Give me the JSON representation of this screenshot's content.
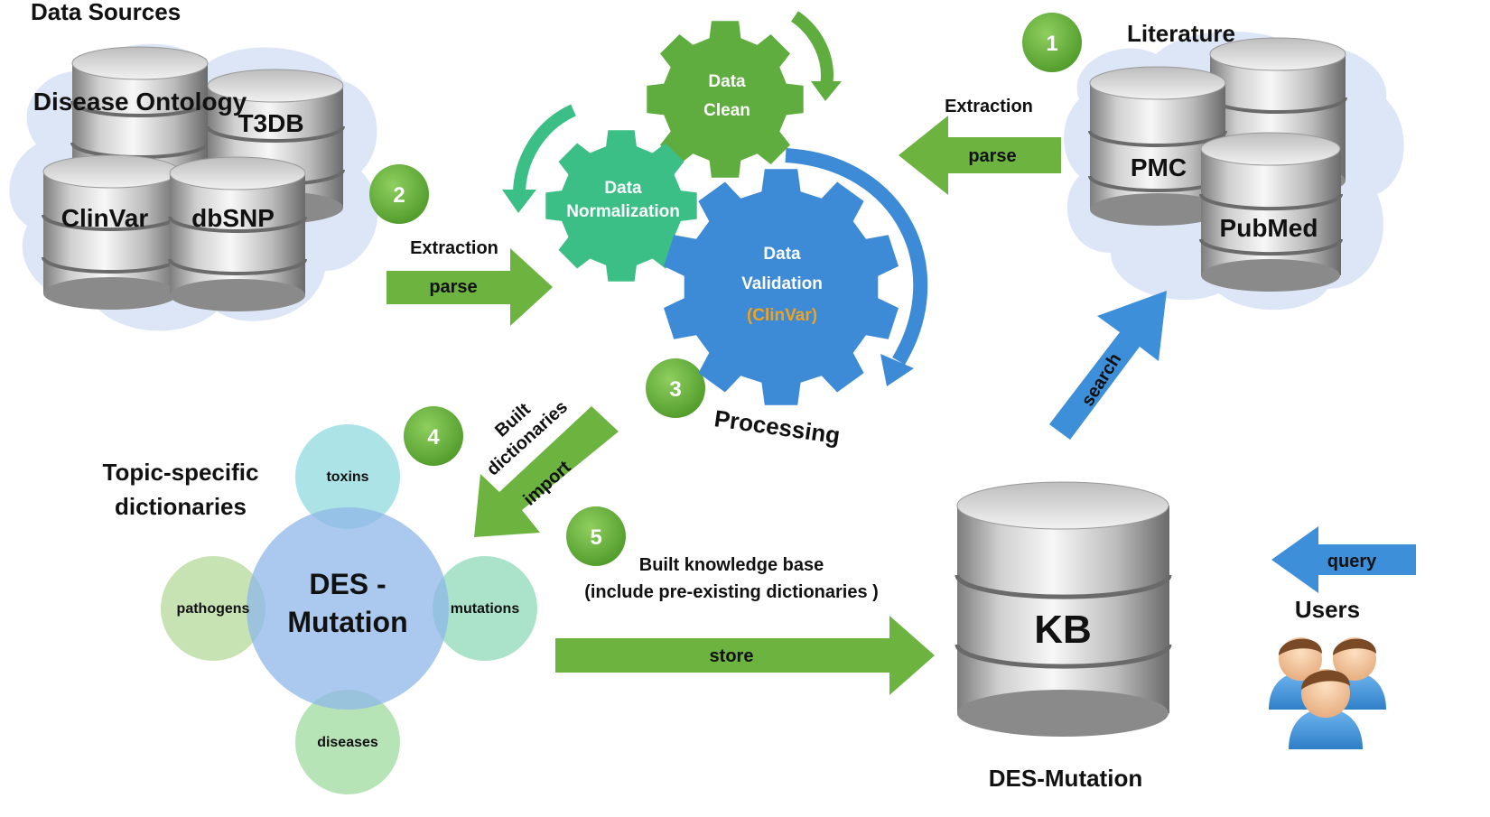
{
  "data_sources": {
    "heading": "Data Sources",
    "databases": [
      "Disease Ontology",
      "T3DB",
      "ClinVar",
      "dbSNP"
    ]
  },
  "literature": {
    "heading": "Literature",
    "databases": [
      "PMC",
      "PubMed"
    ]
  },
  "steps": [
    "1",
    "2",
    "3",
    "4",
    "5"
  ],
  "processing": {
    "label": "Processing",
    "gear_clean": [
      "Data",
      "Clean"
    ],
    "gear_normalization": [
      "Data",
      "Normalization"
    ],
    "gear_validation": [
      "Data",
      "Validation",
      "(ClinVar)"
    ]
  },
  "arrows": {
    "literature_extraction": "Extraction",
    "literature_parse": "parse",
    "sources_extraction": "Extraction",
    "sources_parse": "parse",
    "dict_line1": "Built",
    "dict_line2": "dictionaries",
    "import": "import",
    "kb_line1": "Built knowledge base",
    "kb_line2": "(include pre-existing dictionaries )",
    "store": "store",
    "search": "search",
    "query": "query"
  },
  "dictionaries": {
    "heading_line1": "Topic-specific",
    "heading_line2": "dictionaries",
    "center_line1": "DES -",
    "center_line2": "Mutation",
    "satellites": [
      "toxins",
      "mutations",
      "diseases",
      "pathogens"
    ]
  },
  "knowledge_base": {
    "label": "KB",
    "caption": "DES-Mutation"
  },
  "users": {
    "label": "Users"
  },
  "colors": {
    "green_arrow": "#6cb33f",
    "blue_arrow": "#3c8fd8",
    "step_circle": "#62a83a",
    "gear_clean": "#5fad3e",
    "gear_normalization": "#3bbf86",
    "gear_validation": "#3d8ad6",
    "accent_orange": "#f3a21c",
    "cloud": "#d9e3f6"
  }
}
